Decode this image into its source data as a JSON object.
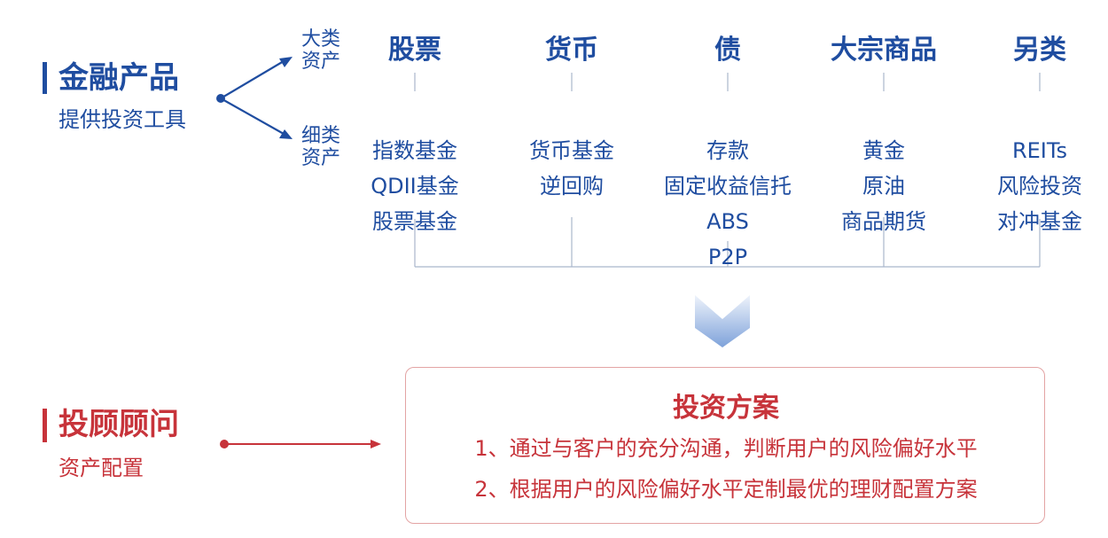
{
  "financial_products": {
    "title": "金融产品",
    "subtitle": "提供投资工具",
    "major_label_1": "大类",
    "major_label_2": "资产",
    "minor_label_1": "细类",
    "minor_label_2": "资产"
  },
  "columns": [
    {
      "header": "股票",
      "items": [
        "指数基金",
        "QDII基金",
        "股票基金"
      ]
    },
    {
      "header": "货币",
      "items": [
        "货币基金",
        "逆回购"
      ]
    },
    {
      "header": "债",
      "items": [
        "存款",
        "固定收益信托",
        "ABS",
        "P2P"
      ]
    },
    {
      "header": "大宗商品",
      "items": [
        "黄金",
        "原油",
        "商品期货"
      ]
    },
    {
      "header": "另类",
      "items": [
        "REITs",
        "风险投资",
        "对冲基金"
      ]
    }
  ],
  "advisory": {
    "title": "投顾顾问",
    "subtitle": "资产配置"
  },
  "plan": {
    "title": "投资方案",
    "line1": "1、通过与客户的充分沟通，判断用户的风险偏好水平",
    "line2": "2、根据用户的风险偏好水平定制最优的理财配置方案"
  },
  "colors": {
    "blue": "#1f4da0",
    "red": "#c7333a",
    "connector_gray": "#a9b6cc",
    "border_pink": "#e3a4a4"
  }
}
